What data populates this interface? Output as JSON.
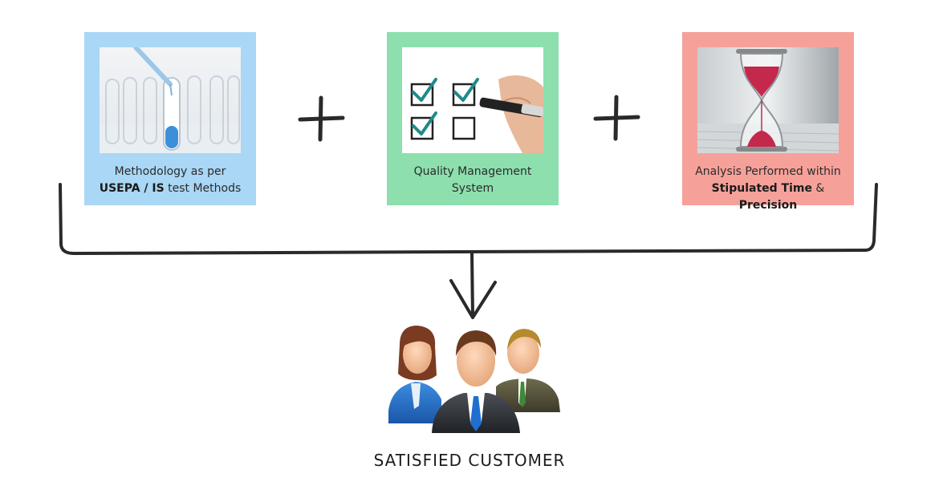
{
  "cards": [
    {
      "caption_line1": "Methodology as per",
      "caption_bold": "USEPA / IS",
      "caption_line2_rest": " test Methods",
      "image": "test-tubes-photo",
      "color": "#a9d7f5"
    },
    {
      "caption_line1": "Quality Management",
      "caption_line2": "System",
      "image": "checklist-photo",
      "color": "#8ddfae"
    },
    {
      "caption_line1": "Analysis Performed within",
      "caption_bold_1": "Stipulated Time",
      "caption_amp": " & ",
      "caption_bold_2": "Precision",
      "image": "hourglass-photo",
      "color": "#f5a19a"
    }
  ],
  "operators": [
    "plus",
    "plus"
  ],
  "result": {
    "label": "SATISFIED CUSTOMER",
    "image": "business-people-icon"
  }
}
